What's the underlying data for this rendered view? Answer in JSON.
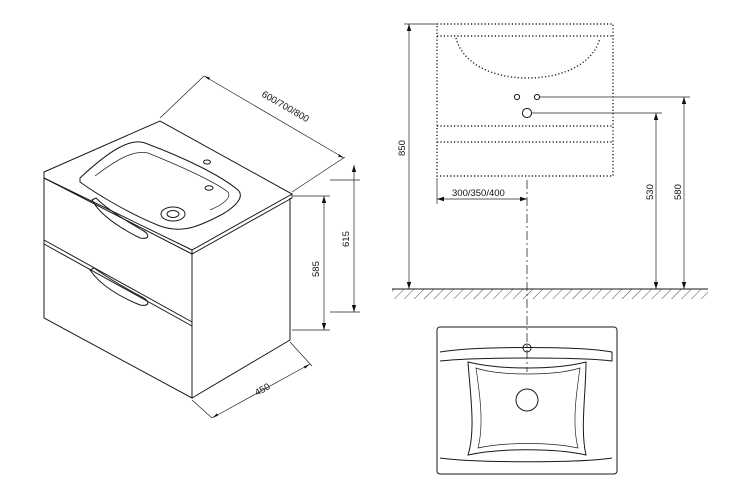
{
  "dimensions": {
    "iso_width": "600/700/800",
    "iso_height_total": "615",
    "iso_height_body": "585",
    "iso_depth": "450",
    "front_total_height": "850",
    "front_drain_offset": "300/350/400",
    "front_drain_height": "530",
    "front_water_height": "580"
  }
}
